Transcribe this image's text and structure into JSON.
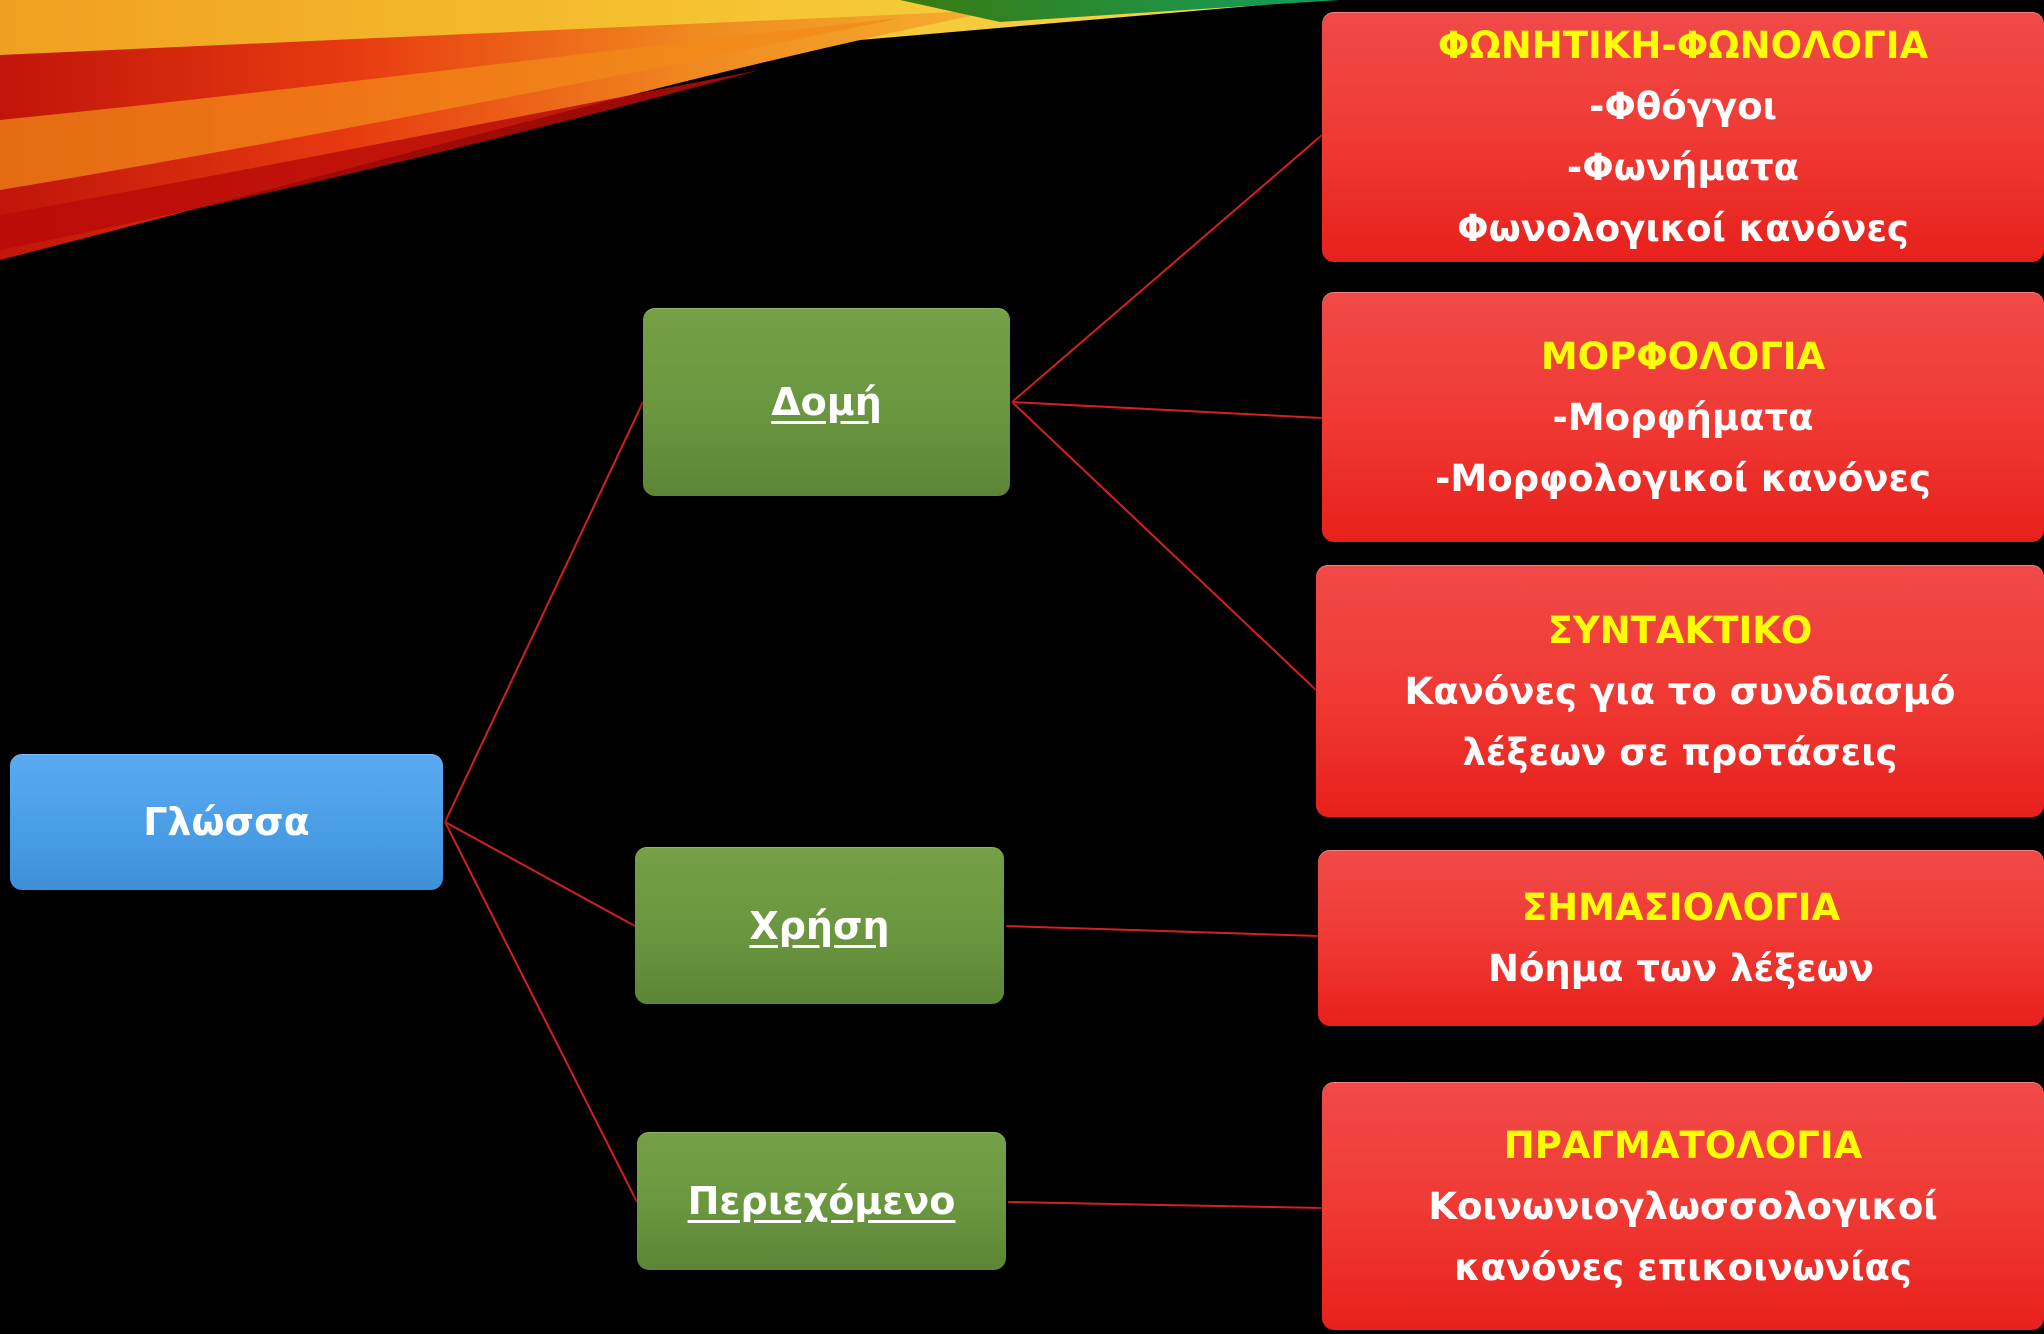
{
  "colors": {
    "background": "#000000",
    "root_box": "#4a9ee6",
    "level1_box": "#6a9640",
    "level2_box": "#f03a34",
    "title_text": "#ffff00",
    "body_text": "#ffffff",
    "connector": "#d42020"
  },
  "root": {
    "label": "Γλώσσα"
  },
  "level1": [
    {
      "label": "Δομή"
    },
    {
      "label": "Χρήση"
    },
    {
      "label": "Περιεχόμενο"
    }
  ],
  "level2": [
    {
      "title": "ΦΩΝΗΤΙΚΗ-ΦΩΝΟΛΟΓΙΑ",
      "lines": [
        "-Φθόγγοι",
        "-Φωνήματα",
        "Φωνολογικοί κανόνες"
      ]
    },
    {
      "title": "ΜΟΡΦΟΛΟΓΙΑ",
      "lines": [
        "-Μορφήματα",
        "-Μορφολογικοί κανόνες"
      ]
    },
    {
      "title": "ΣΥΝΤΑΚΤΙΚΟ",
      "lines": [
        "Κανόνες για το συνδιασμό",
        "λέξεων σε προτάσεις"
      ]
    },
    {
      "title": "ΣΗΜΑΣΙΟΛΟΓΙΑ",
      "lines": [
        "Νόημα των λέξεων"
      ]
    },
    {
      "title": "ΠΡΑΓΜΑΤΟΛΟΓΙΑ",
      "lines": [
        "Κοινωνιογλωσσολογικοί",
        "κανόνες επικοινωνίας"
      ]
    }
  ]
}
